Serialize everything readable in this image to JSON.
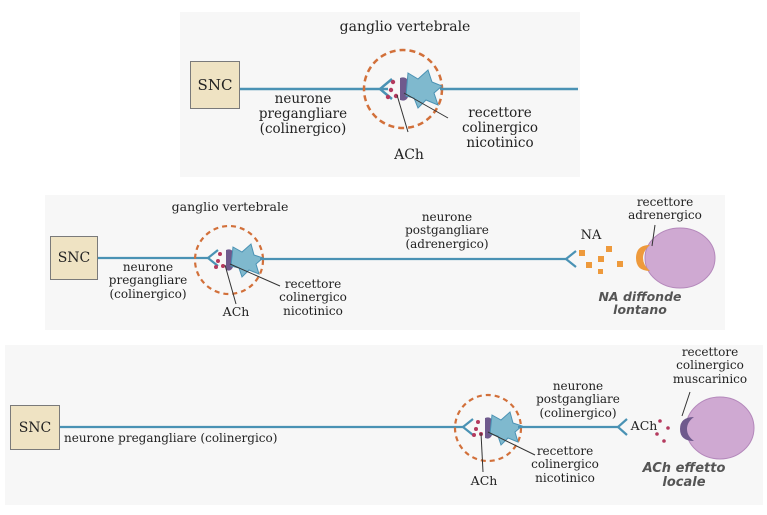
{
  "colors": {
    "axon": "#4a92b4",
    "snc_fill": "#efe3c3",
    "ganglion_ring": "#d2703a",
    "receptor": "#6f5a8d",
    "vesicle": "#b43a5e",
    "neuron_body": "#7fb9ce",
    "na_molecule": "#ee9a3c",
    "target_cell": "#cfa9d2"
  },
  "panel1": {
    "snc": "SNC",
    "ganglion_label": "ganglio vertebrale",
    "preganglionic_label": "neurone\npregangliare\n(colinergico)",
    "ach_label": "ACh",
    "receptor_label": "recettore\ncolinergico\nnicotinico"
  },
  "panel2": {
    "snc": "SNC",
    "ganglion_label": "ganglio vertebrale",
    "preganglionic_label": "neurone\npregangliare\n(colinergico)",
    "ach_label": "ACh",
    "receptor_label": "recettore\ncolinergico\nnicotinico",
    "postganglionic_label": "neurone\npostgangliare\n(adrenergico)",
    "na_label": "NA",
    "target_receptor_label": "recettore\nadrenergico",
    "note": "NA diffonde\nlontano"
  },
  "panel3": {
    "snc": "SNC",
    "preganglionic_label": "neurone pregangliare (colinergico)",
    "ach_label": "ACh",
    "receptor_label": "recettore\ncolinergico\nnicotinico",
    "postganglionic_label": "neurone\npostgangliare\n(colinergico)",
    "ach_release_label": "ACh",
    "target_receptor_label": "recettore\ncolinergico\nmuscarinico",
    "note": "ACh effetto\nlocale"
  }
}
